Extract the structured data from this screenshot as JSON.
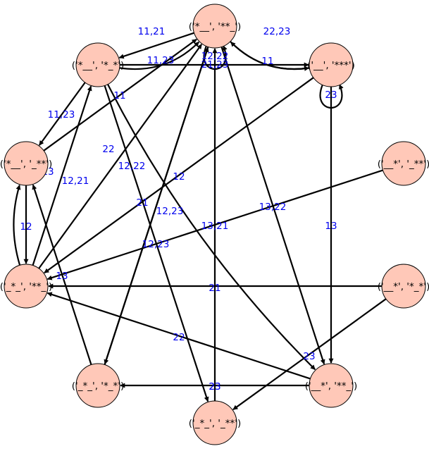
{
  "nodes": [
    {
      "id": "n0",
      "label": "('*__', '**_')"
    },
    {
      "id": "n1",
      "label": "('__', '***')"
    },
    {
      "id": "n2",
      "label": "('__*', '_**')"
    },
    {
      "id": "n3",
      "label": "('__*', '*_*')"
    },
    {
      "id": "n4",
      "label": "('__*', '**_')"
    },
    {
      "id": "n5",
      "label": "('_*_', '_**')"
    },
    {
      "id": "n6",
      "label": "('_*_', '*_*')"
    },
    {
      "id": "n7",
      "label": "('_*_', '**_')"
    },
    {
      "id": "n8",
      "label": "('*__', '_**')"
    },
    {
      "id": "n9",
      "label": "('*__', '*_*')"
    }
  ],
  "edges": [
    {
      "from": "n9",
      "to": "n0",
      "label": "11,21"
    },
    {
      "from": "n0",
      "to": "n1",
      "label": "22,23"
    },
    {
      "from": "n0",
      "to": "n9",
      "label": "11,23"
    },
    {
      "from": "n1",
      "to": "n0",
      "label": "11"
    },
    {
      "from": "n9",
      "to": "n1",
      "label": "21,23"
    },
    {
      "from": "n0",
      "to": "n0",
      "label": "12,22"
    },
    {
      "from": "n9",
      "to": "n8",
      "label": "11,23"
    },
    {
      "from": "n7",
      "to": "n9",
      "label": "11"
    },
    {
      "from": "n8",
      "to": "n0",
      "label": "22"
    },
    {
      "from": "n7",
      "to": "n0",
      "label": "12,22"
    },
    {
      "from": "n1",
      "to": "n7",
      "label": "12"
    },
    {
      "from": "n6",
      "to": "n0",
      "label": "21"
    },
    {
      "from": "n0",
      "to": "n6",
      "label": "12,23"
    },
    {
      "from": "n0",
      "to": "n4",
      "label": "13,21"
    },
    {
      "from": "n9",
      "to": "n5",
      "label": "12,23"
    },
    {
      "from": "n2",
      "to": "n7",
      "label": "13,22"
    },
    {
      "from": "n1",
      "to": "n1",
      "label": "23"
    },
    {
      "from": "n1",
      "to": "n4",
      "label": "13"
    },
    {
      "from": "n8",
      "to": "n7",
      "label": "12"
    },
    {
      "from": "n9",
      "to": "n4",
      "label": "12,21"
    },
    {
      "from": "n7",
      "to": "n8",
      "label": "13"
    },
    {
      "from": "n3",
      "to": "n7",
      "label": "21"
    },
    {
      "from": "n4",
      "to": "n7",
      "label": "22"
    },
    {
      "from": "n3",
      "to": "n5",
      "label": "23"
    },
    {
      "from": "n4",
      "to": "n6",
      "label": "23"
    },
    {
      "from": "n6",
      "to": "n8",
      "label": "13"
    },
    {
      "from": "n5",
      "to": "n0",
      "label": "23"
    }
  ]
}
